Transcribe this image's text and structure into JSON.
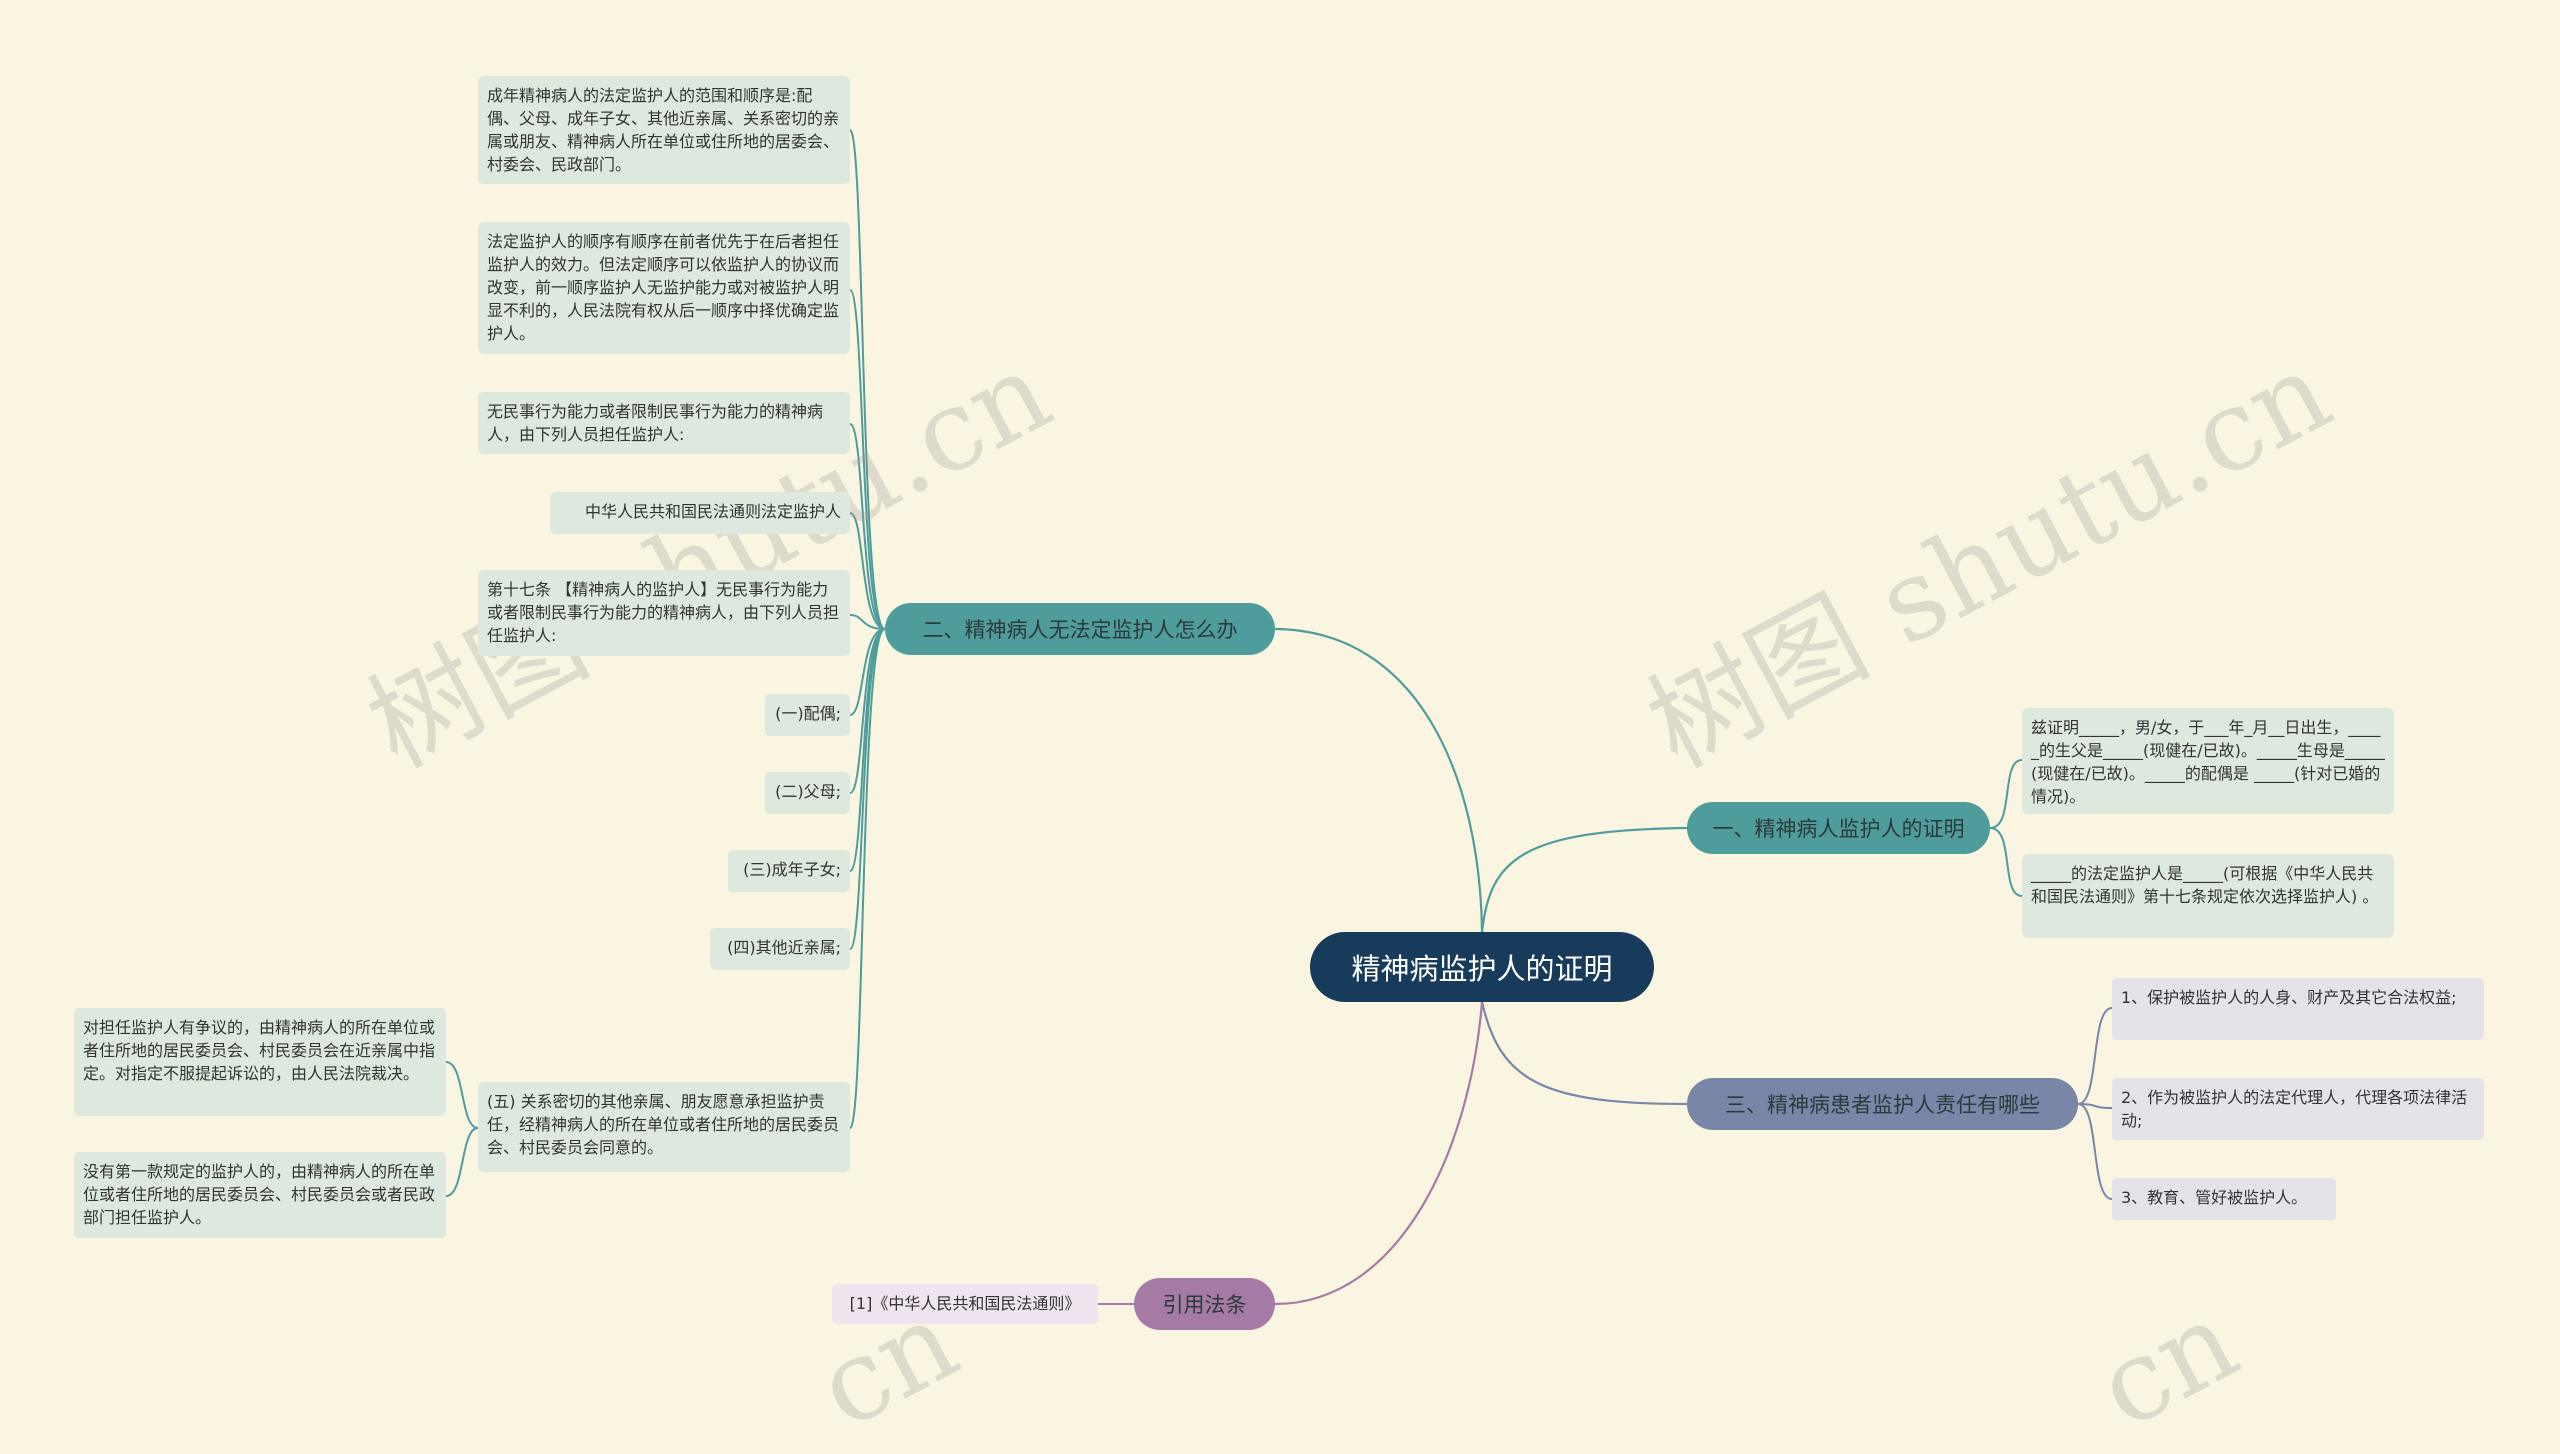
{
  "root": {
    "label": "精神病监护人的证明"
  },
  "branches": {
    "b1": {
      "label": "一、精神病人监护人的证明",
      "items": [
        "兹证明_____，男/女，于___年_月__日出生，_____的生父是_____(现健在/已故)。_____生母是_____(现健在/已故)。_____的配偶是 _____(针对已婚的情况)。",
        "_____的法定监护人是_____(可根据《中华人民共和国民法通则》第十七条规定依次选择监护人) 。"
      ]
    },
    "b2": {
      "label": "二、精神病人无法定监护人怎么办",
      "items": [
        "成年精神病人的法定监护人的范围和顺序是:配偶、父母、成年子女、其他近亲属、关系密切的亲属或朋友、精神病人所在单位或住所地的居委会、村委会、民政部门。",
        "法定监护人的顺序有顺序在前者优先于在后者担任监护人的效力。但法定顺序可以依监护人的协议而改变，前一顺序监护人无监护能力或对被监护人明显不利的，人民法院有权从后一顺序中择优确定监护人。",
        "无民事行为能力或者限制民事行为能力的精神病人，由下列人员担任监护人:",
        "中华人民共和国民法通则法定监护人",
        "第十七条 【精神病人的监护人】无民事行为能力或者限制民事行为能力的精神病人，由下列人员担任监护人:",
        "(一)配偶;",
        "(二)父母;",
        "(三)成年子女;",
        "(四)其他近亲属;",
        "(五) 关系密切的其他亲属、朋友愿意承担监护责任，经精神病人的所在单位或者住所地的居民委员会、村民委员会同意的。"
      ],
      "subitems": [
        "对担任监护人有争议的，由精神病人的所在单位或者住所地的居民委员会、村民委员会在近亲属中指定。对指定不服提起诉讼的，由人民法院裁决。",
        "没有第一款规定的监护人的，由精神病人的所在单位或者住所地的居民委员会、村民委员会或者民政部门担任监护人。"
      ]
    },
    "b3": {
      "label": "三、精神病患者监护人责任有哪些",
      "items": [
        "1、保护被监护人的人身、财产及其它合法权益;",
        "2、作为被监护人的法定代理人，代理各项法律活动;",
        "3、教育、管好被监护人。"
      ]
    },
    "b4": {
      "label": "引用法条",
      "items": [
        "[1]《中华人民共和国民法通则》"
      ]
    }
  },
  "watermark": "树图 shutu.cn",
  "watermark_short": "cn",
  "colors": {
    "background": "#faf5e1",
    "root": "#173b5a",
    "teal": "#4f9c9c",
    "slate": "#7a86a8",
    "purple": "#a57aa5"
  }
}
